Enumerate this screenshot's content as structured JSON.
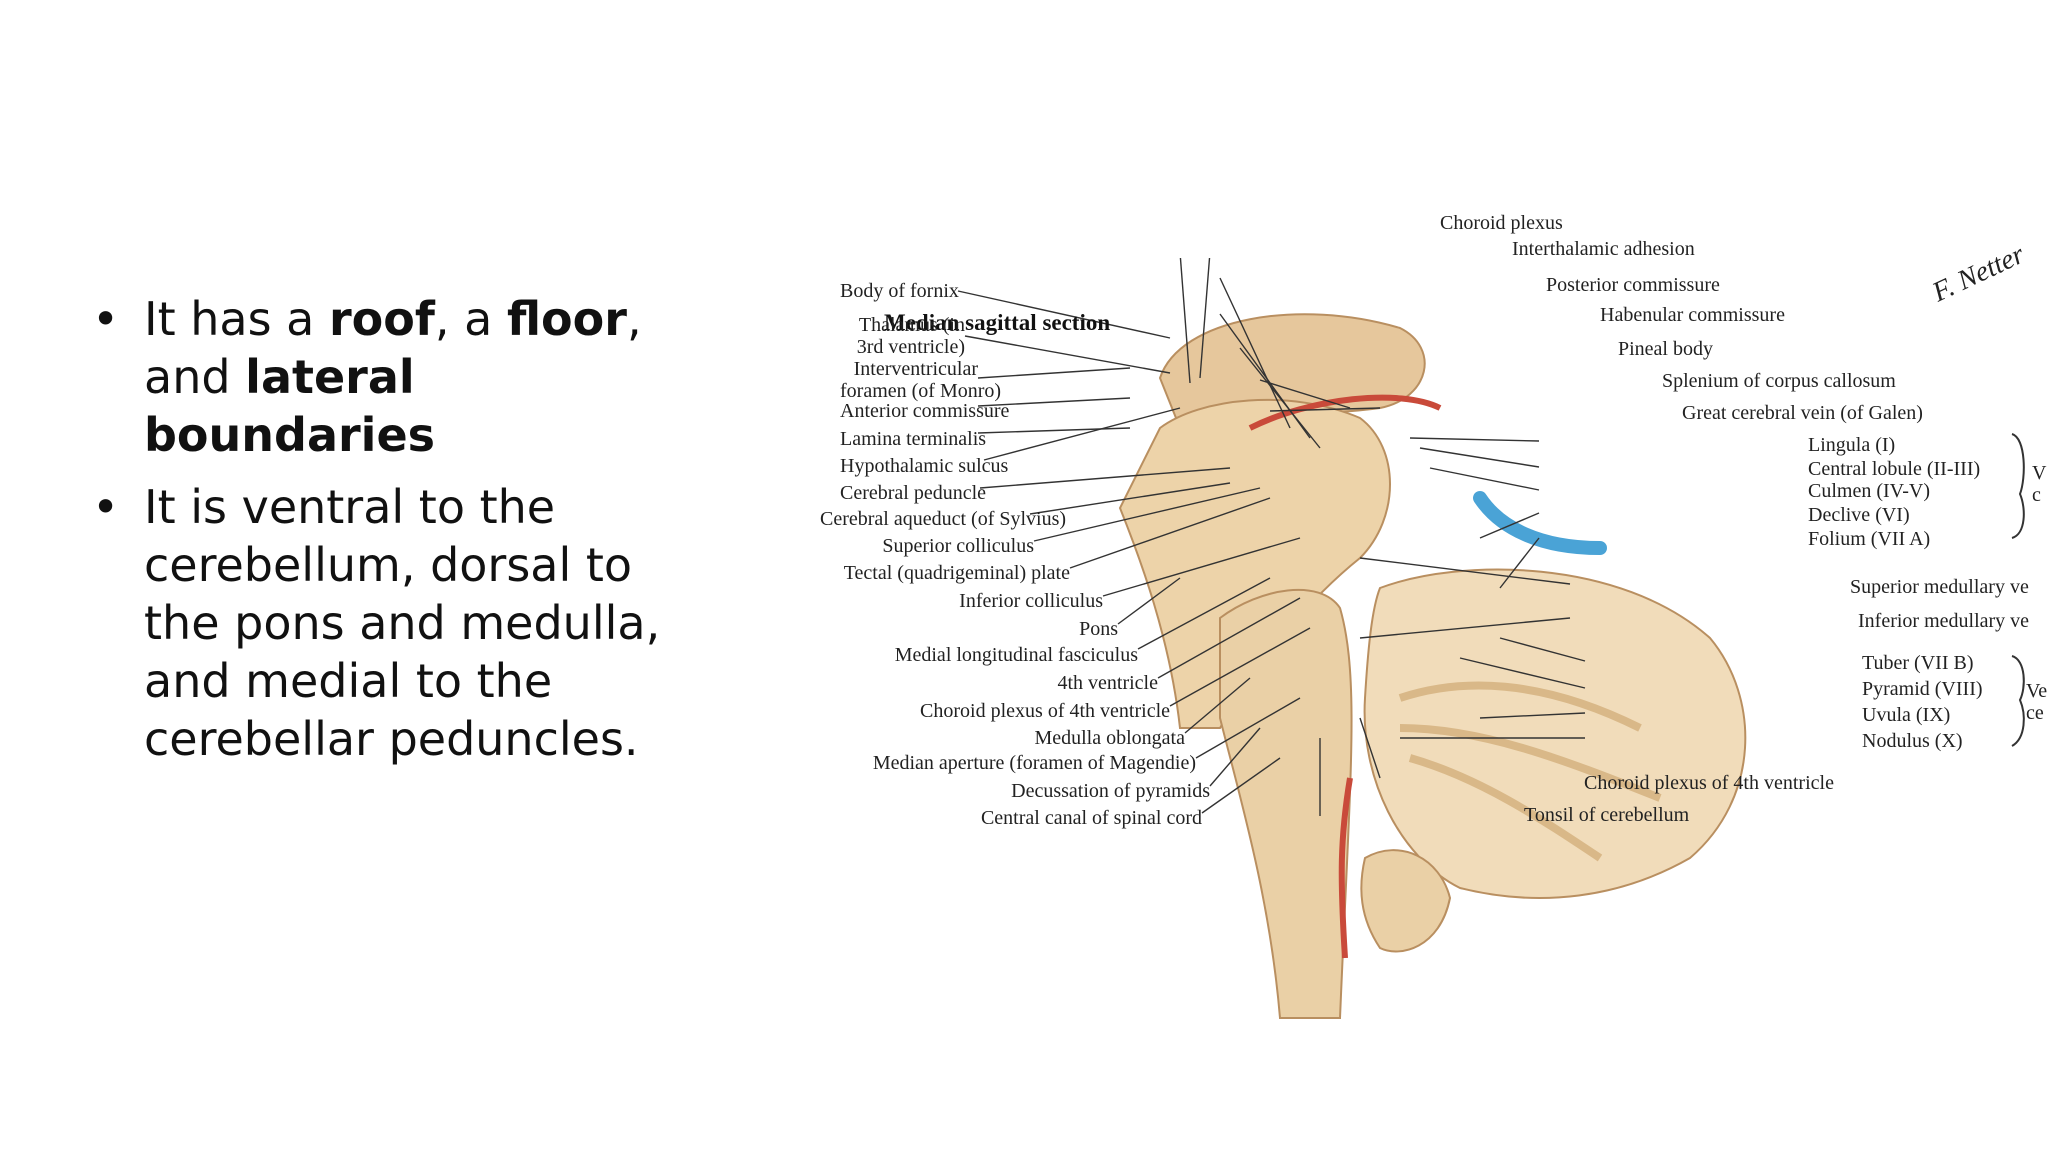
{
  "bullets": [
    {
      "parts": [
        {
          "text": "It  has  a  ",
          "bold": false
        },
        {
          "text": "roof",
          "bold": true
        },
        {
          "text": ",  a  ",
          "bold": false
        },
        {
          "text": "floor",
          "bold": true
        },
        {
          "text": ",  and  ",
          "bold": false
        },
        {
          "text": "lateral boundaries",
          "bold": true
        }
      ]
    },
    {
      "parts": [
        {
          "text": " It  is  ventral  to  the  cerebellum,  dorsal  to  the  pons  and  medulla,  and  medial  to  the  cerebellar  peduncles.",
          "bold": false
        }
      ]
    }
  ],
  "figure": {
    "title": "Median sagittal section",
    "signature": "F. Netter",
    "left_labels": [
      "Body of fornix",
      "Thalamus (in\n3rd ventricle)",
      "Interventricular\nforamen (of Monro)",
      "Anterior commissure",
      "Lamina terminalis",
      "Hypothalamic sulcus",
      "Cerebral peduncle",
      "Cerebral aqueduct (of Sylvius)",
      "Superior colliculus",
      "Tectal (quadrigeminal) plate",
      "Inferior colliculus",
      "Pons",
      "Medial longitudinal fasciculus",
      "4th ventricle",
      "Choroid plexus of 4th ventricle",
      "Medulla oblongata",
      "Median aperture (foramen of Magendie)",
      "Decussation of pyramids",
      "Central canal of spinal cord"
    ],
    "top_labels": [
      "Choroid plexus",
      "Interthalamic adhesion",
      "Posterior commissure",
      "Habenular commissure",
      "Pineal body",
      "Splenium of corpus callosum",
      "Great cerebral vein (of Galen)"
    ],
    "right_labels": [
      "Lingula (I)",
      "Central lobule (II-III)",
      "Culmen (IV-V)",
      "Declive (VI)",
      "Folium (VII A)",
      "Superior medullary ve",
      "Inferior medullary ve",
      "Tuber (VII B)",
      "Pyramid (VIII)",
      "Uvula (IX)",
      "Nodulus (X)"
    ],
    "bottom_labels": [
      "Choroid plexus of 4th ventricle",
      "Tonsil of cerebellum"
    ],
    "brace_labels": [
      "V\nc",
      "Ve\nce"
    ]
  }
}
